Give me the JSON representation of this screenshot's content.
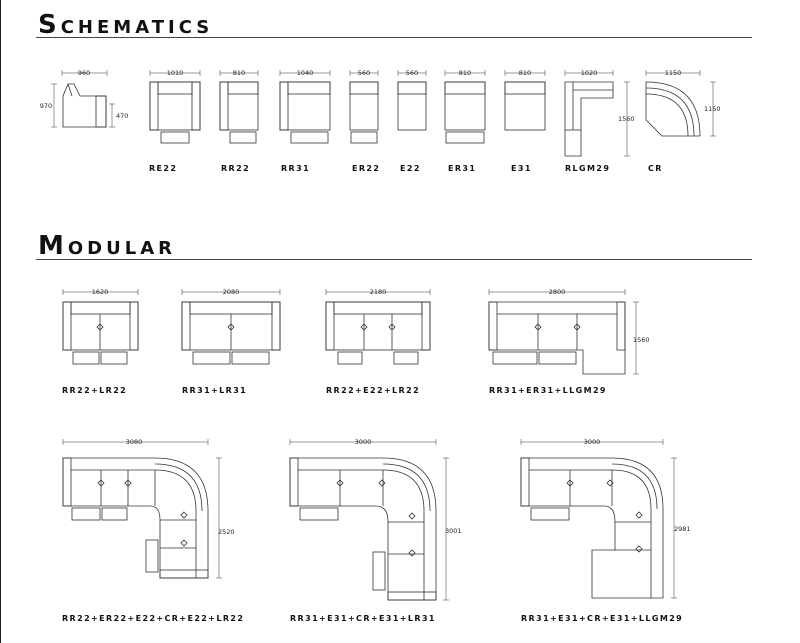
{
  "sections": {
    "schematics_title": "Schematics",
    "modular_title": "Modular"
  },
  "schematics": [
    {
      "code": "",
      "width": "960",
      "height": "970",
      "seat_height": "470"
    },
    {
      "code": "RE22",
      "width": "1010"
    },
    {
      "code": "RR22",
      "width": "810"
    },
    {
      "code": "RR31",
      "width": "1040"
    },
    {
      "code": "ER22",
      "width": "560"
    },
    {
      "code": "E22",
      "width": "560"
    },
    {
      "code": "ER31",
      "width": "810"
    },
    {
      "code": "E31",
      "width": "810"
    },
    {
      "code": "RLGM29",
      "width": "1020",
      "depth": "1560"
    },
    {
      "code": "CR",
      "width": "1150",
      "depth": "1150"
    }
  ],
  "modular": [
    {
      "code": "RR22+LR22",
      "width": "1620"
    },
    {
      "code": "RR31+LR31",
      "width": "2080"
    },
    {
      "code": "RR22+E22+LR22",
      "width": "2180"
    },
    {
      "code": "RR31+ER31+LLGM29",
      "width": "2800",
      "depth": "1560"
    },
    {
      "code": "RR22+ER22+E22+CR+E22+LR22",
      "width": "3080",
      "depth": "2520"
    },
    {
      "code": "RR31+E31+CR+E31+LR31",
      "width": "3000",
      "depth": "3001"
    },
    {
      "code": "RR31+E31+CR+E31+LLGM29",
      "width": "3000",
      "depth": "2981"
    }
  ]
}
